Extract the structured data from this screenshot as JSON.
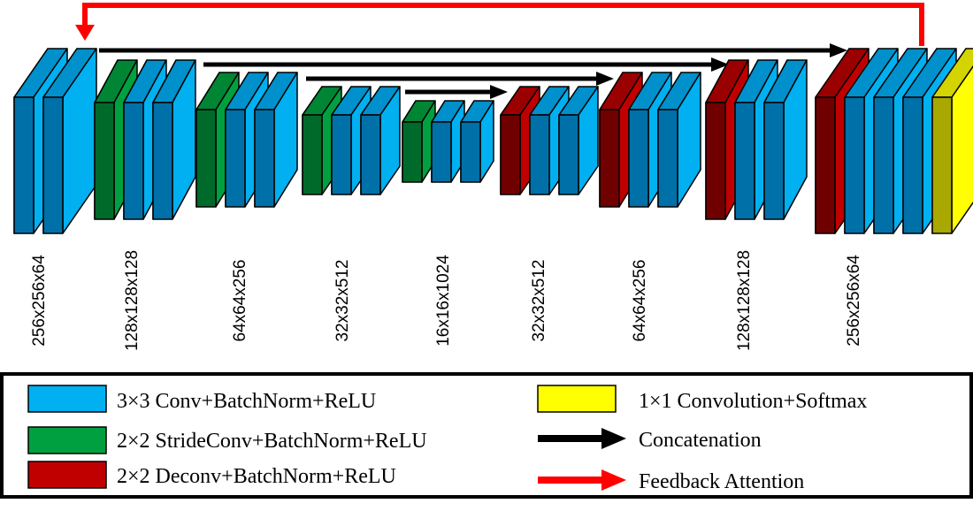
{
  "colors": {
    "conv_front": "#00b0f0",
    "conv_side": "#0070a8",
    "conv_top": "#0090cc",
    "stride_front": "#00a040",
    "stride_side": "#006a2a",
    "stride_top": "#008534",
    "deconv_front": "#c00000",
    "deconv_side": "#700000",
    "deconv_top": "#9a0000",
    "softmax_front": "#ffff00",
    "softmax_side": "#a8a800",
    "softmax_top": "#d4d400",
    "concat_arrow": "#000000",
    "feedback_arrow": "#ff0000"
  },
  "stages": [
    {
      "label": "256x256x64",
      "blocks": [
        "conv",
        "conv"
      ]
    },
    {
      "label": "128x128x128",
      "blocks": [
        "stride",
        "conv",
        "conv"
      ]
    },
    {
      "label": "64x64x256",
      "blocks": [
        "stride",
        "conv",
        "conv"
      ]
    },
    {
      "label": "32x32x512",
      "blocks": [
        "stride",
        "conv",
        "conv"
      ]
    },
    {
      "label": "16x16x1024",
      "blocks": [
        "stride",
        "conv",
        "conv"
      ]
    },
    {
      "label": "32x32x512",
      "blocks": [
        "deconv",
        "conv",
        "conv"
      ]
    },
    {
      "label": "64x64x256",
      "blocks": [
        "deconv",
        "conv",
        "conv"
      ]
    },
    {
      "label": "128x128x128",
      "blocks": [
        "deconv",
        "conv",
        "conv"
      ]
    },
    {
      "label": "256x256x64",
      "blocks": [
        "deconv",
        "conv",
        "conv",
        "conv",
        "softmax"
      ]
    }
  ],
  "legend": {
    "conv": "3×3 Conv+BatchNorm+ReLU",
    "stride": "2×2 StrideConv+BatchNorm+ReLU",
    "deconv": "2×2 Deconv+BatchNorm+ReLU",
    "softmax": "1×1 Convolution+Softmax",
    "concat": "Concatenation",
    "feedback": "Feedback Attention"
  }
}
